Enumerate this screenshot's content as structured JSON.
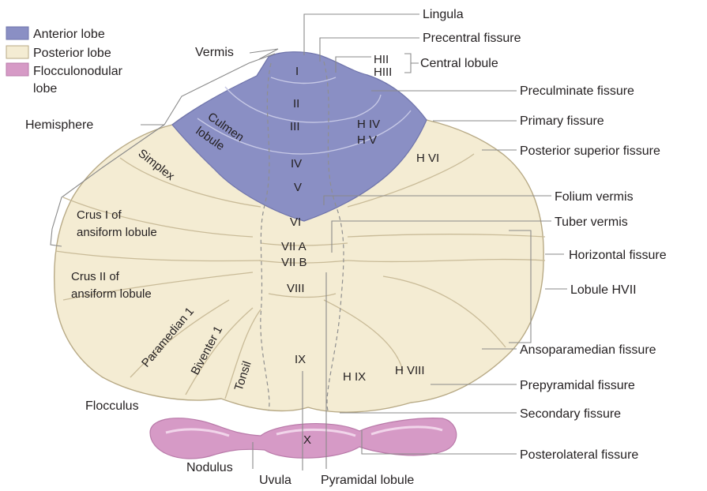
{
  "colors": {
    "anterior": "#8a8fc4",
    "posterior": "#f4ecd3",
    "flocculonodular": "#d69ac6",
    "outline": "#b8aa86"
  },
  "legend": {
    "anterior": "Anterior lobe",
    "posterior": "Posterior lobe",
    "flocculonodular_1": "Flocculonodular",
    "flocculonodular_2": "lobe"
  },
  "left_labels": {
    "vermis": "Vermis",
    "hemisphere": "Hemisphere",
    "flocculus": "Flocculus",
    "nodulus": "Nodulus",
    "uvula": "Uvula",
    "pyramidal_lobule": "Pyramidal lobule"
  },
  "right_labels": {
    "lingula": "Lingula",
    "precentral_fissure": "Precentral fissure",
    "central_lobule": "Central lobule",
    "preculminate_fissure": "Preculminate fissure",
    "primary_fissure": "Primary fissure",
    "posterior_superior_fissure": "Posterior superior fissure",
    "folium_vermis": "Folium vermis",
    "tuber_vermis": "Tuber vermis",
    "horizontal_fissure": "Horizontal fissure",
    "lobule_hvii": "Lobule HVII",
    "ansoparamedian_fissure": "Ansoparamedian fissure",
    "prepyramidal_fissure": "Prepyramidal fissure",
    "secondary_fissure": "Secondary fissure",
    "posterolateral_fissure": "Posterolateral fissure"
  },
  "lobule_labels": {
    "I": "I",
    "II": "II",
    "III": "III",
    "IV": "IV",
    "V": "V",
    "VI": "VI",
    "VIIA": "VII A",
    "VIIB": "VII B",
    "VIII": "VIII",
    "IX": "IX",
    "X": "X",
    "HII": "HII",
    "HIII": "HIII",
    "HIV": "H IV",
    "HV": "H V",
    "HVI": "H VI",
    "HVIII": "H VIII",
    "HIX": "H IX",
    "culmen_1": "Culmen",
    "culmen_2": "lobule",
    "simplex": "Simplex",
    "crus1_1": "Crus I of",
    "crus1_2": "ansiform lobule",
    "crus2_1": "Crus II of",
    "crus2_2": "ansiform lobule",
    "paramedian": "Paramedian 1",
    "biventer": "Biventer 1",
    "tonsil": "Tonsil"
  }
}
